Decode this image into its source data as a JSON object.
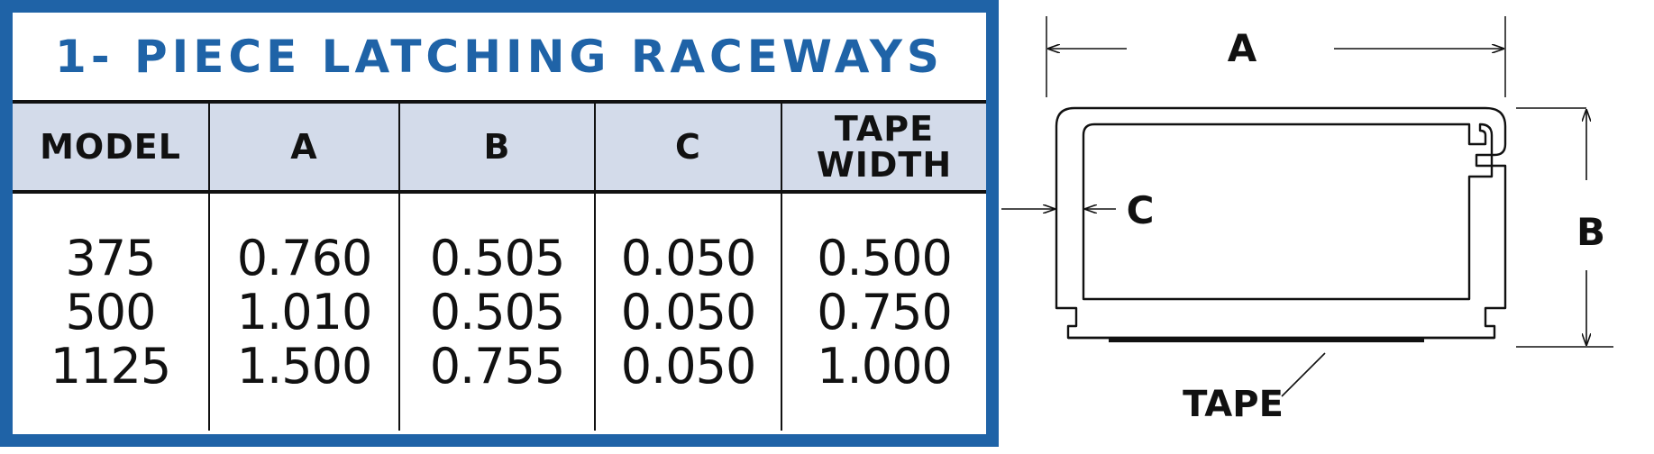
{
  "table": {
    "title": "1- PIECE LATCHING RACEWAYS",
    "headers": [
      "MODEL",
      "A",
      "B",
      "C",
      "TAPE\nWIDTH"
    ],
    "columns": [
      [
        "375",
        "500",
        "1125"
      ],
      [
        "0.760",
        "1.010",
        "1.500"
      ],
      [
        "0.505",
        "0.505",
        "0.755"
      ],
      [
        "0.050",
        "0.050",
        "0.050"
      ],
      [
        "0.500",
        "0.750",
        "1.000"
      ]
    ]
  },
  "diagram": {
    "label_a": "A",
    "label_b": "B",
    "label_c": "C",
    "label_tape": "TAPE"
  }
}
